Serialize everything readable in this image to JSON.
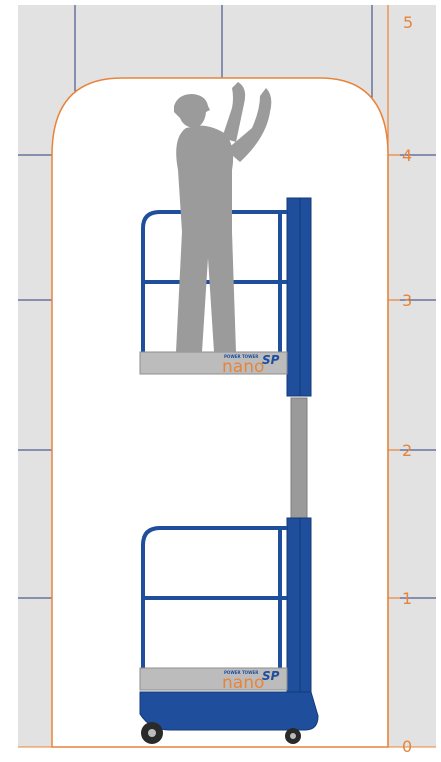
{
  "colors": {
    "background": "#ffffff",
    "grid_panel": "#e2e2e2",
    "grid_line": "#2b3f7a",
    "envelope_outline": "#e8843a",
    "envelope_fill": "#ffffff",
    "scale_text": "#e8843a",
    "lift_blue": "#1e4e9c",
    "lift_blue_dark": "#123a78",
    "platform_grey": "#bcbcbc",
    "mast_grey": "#9a9a9a",
    "person_grey": "#9b9b9b",
    "brand_orange": "#e8843a",
    "brand_blue": "#1e4e9c"
  },
  "scale": {
    "labels": [
      "5",
      "4",
      "3",
      "2",
      "1",
      "0"
    ]
  },
  "branding": {
    "small_text": "POWER TOWER",
    "product": "nano",
    "series": "SP"
  },
  "icons": {
    "person": "worker-silhouette-icon",
    "lift": "mast-lift-icon"
  }
}
